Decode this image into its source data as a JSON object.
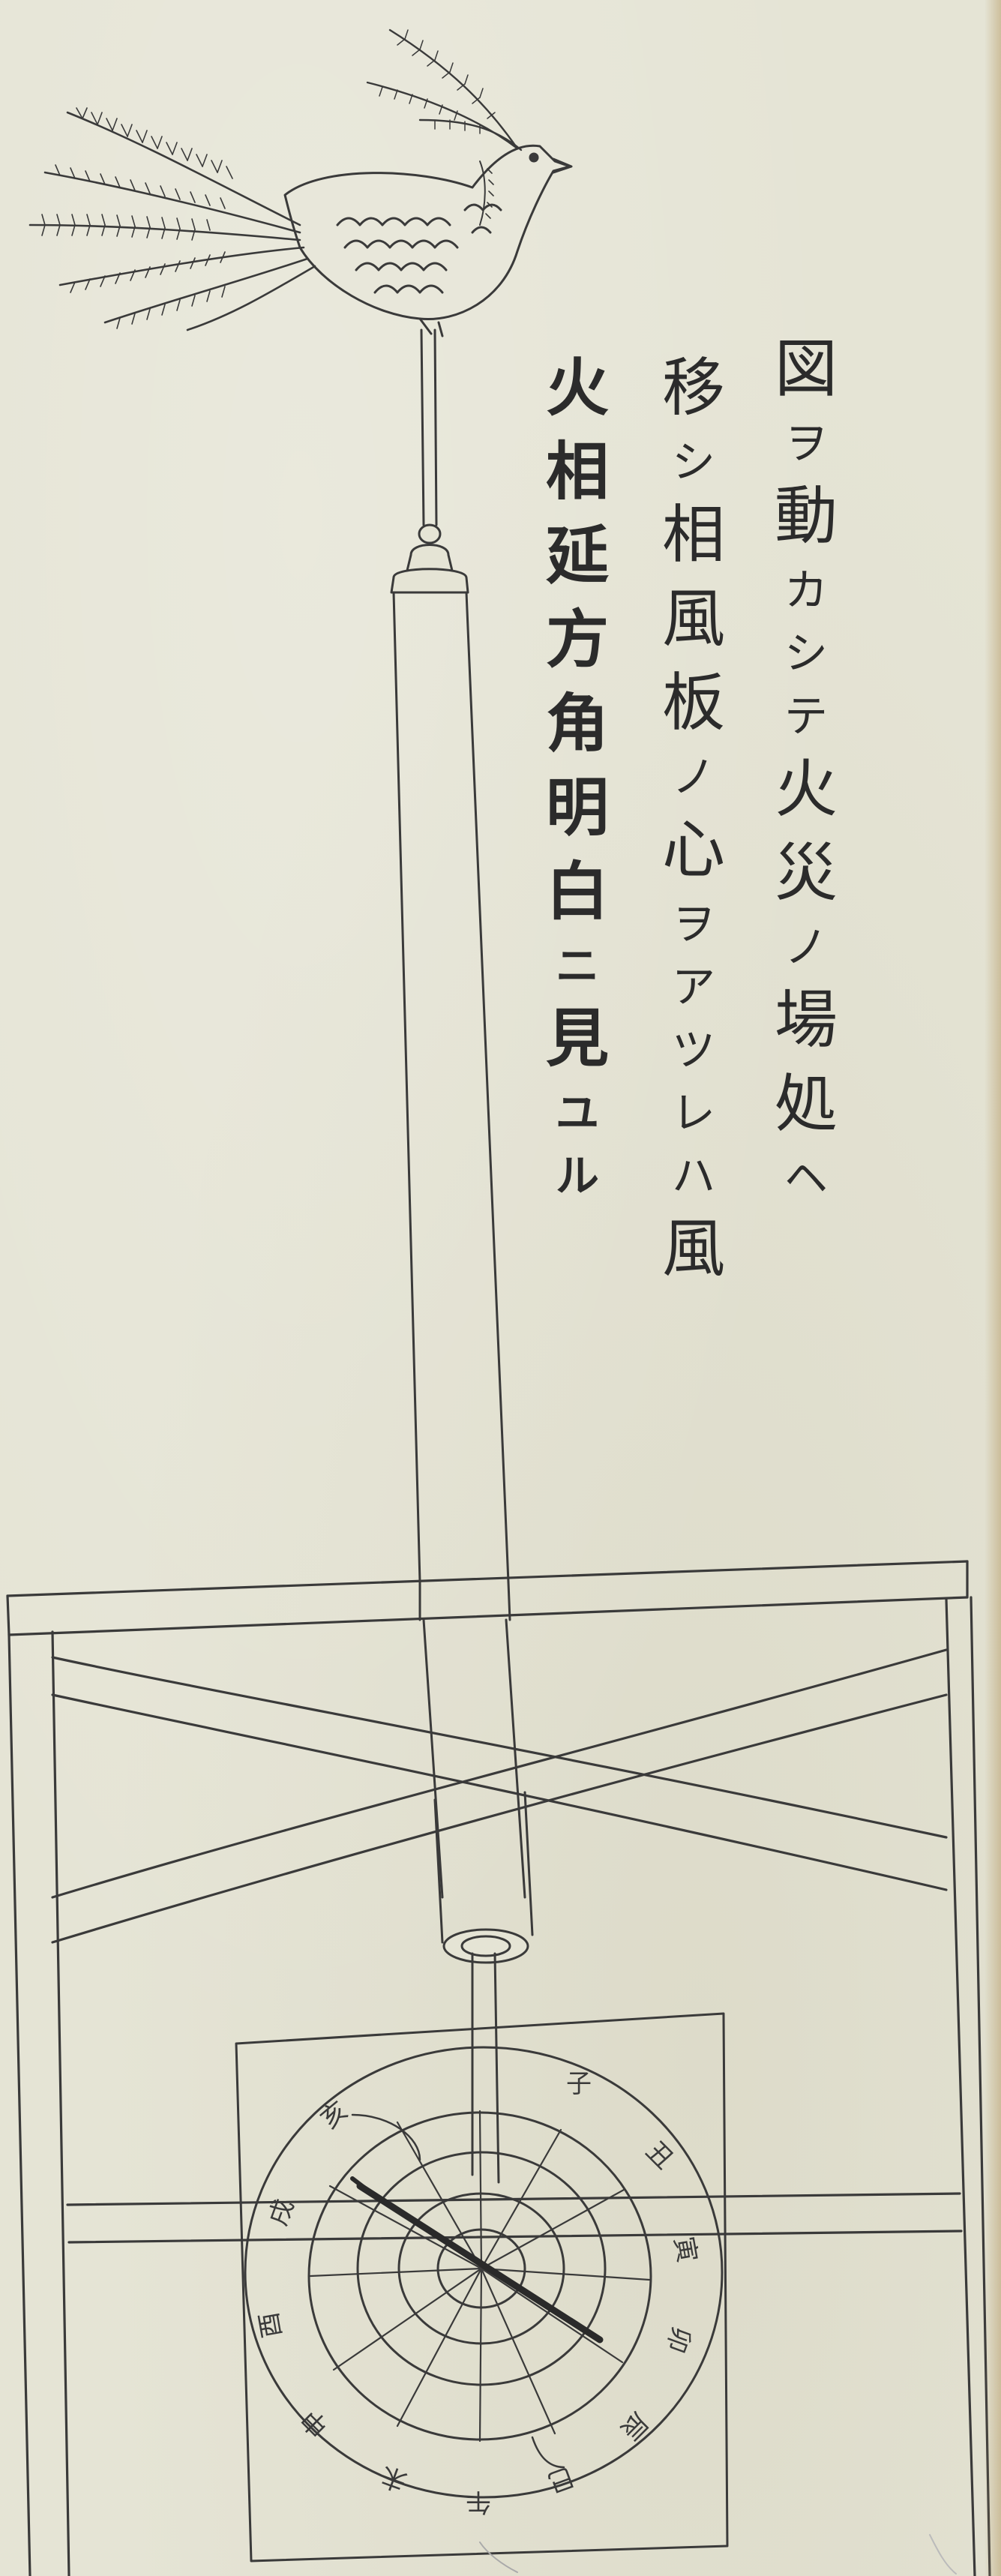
{
  "inscription": {
    "col1": [
      "図",
      "ヲ",
      "動",
      "カ",
      "シ",
      "テ",
      "火",
      "災",
      "ノ",
      "場",
      "処",
      "ヘ"
    ],
    "col2": [
      "移",
      "シ",
      "相",
      "風",
      "板",
      "ノ",
      "心",
      "ヲ",
      "ア",
      "ツ",
      "レ",
      "ハ",
      "風"
    ],
    "col3": [
      "火",
      "相",
      "延",
      "方",
      "角",
      "明",
      "白",
      "ニ",
      "見",
      "ユ",
      "ル"
    ]
  },
  "dial": {
    "labels": [
      "子",
      "丑",
      "寅",
      "卯",
      "辰",
      "巳",
      "午",
      "未",
      "申",
      "酉",
      "戌",
      "亥"
    ]
  },
  "colors": {
    "paper": "#e5e4d5",
    "ink": "#2b2b2b"
  }
}
